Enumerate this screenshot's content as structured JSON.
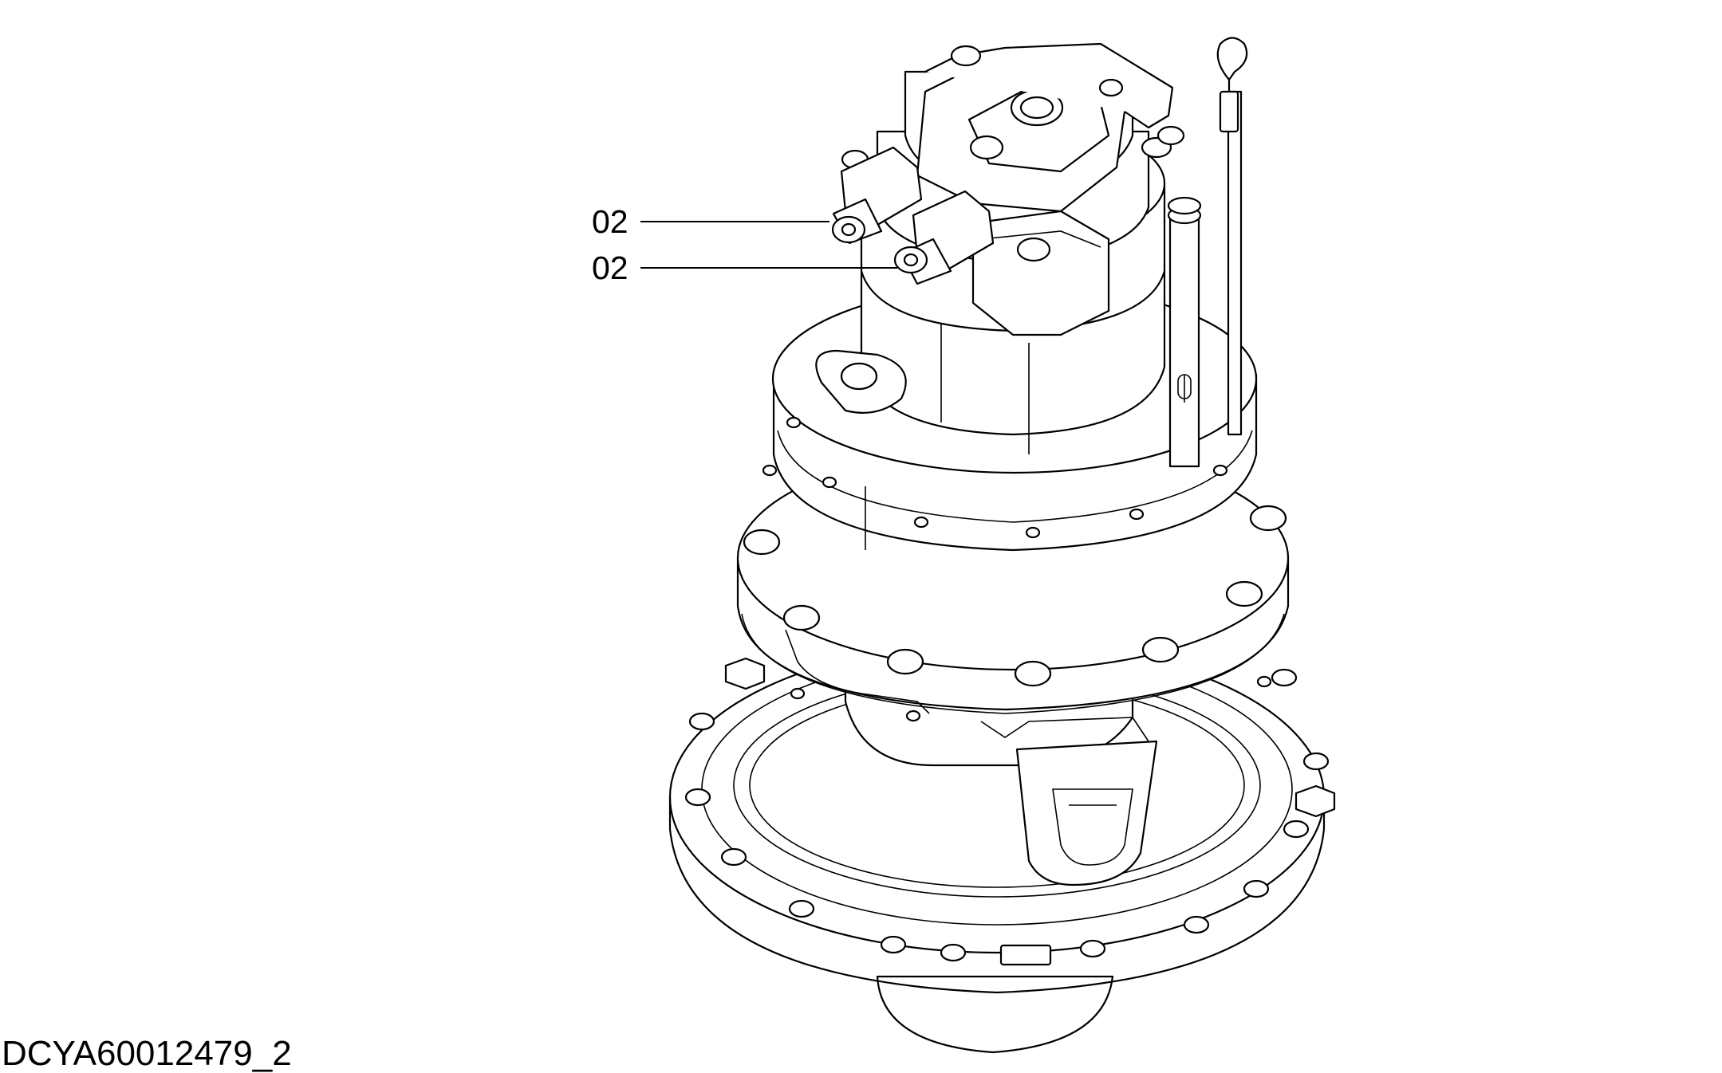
{
  "callouts": [
    {
      "label": "02"
    },
    {
      "label": "02"
    }
  ],
  "drawing_id": "DCYA60012479_2"
}
